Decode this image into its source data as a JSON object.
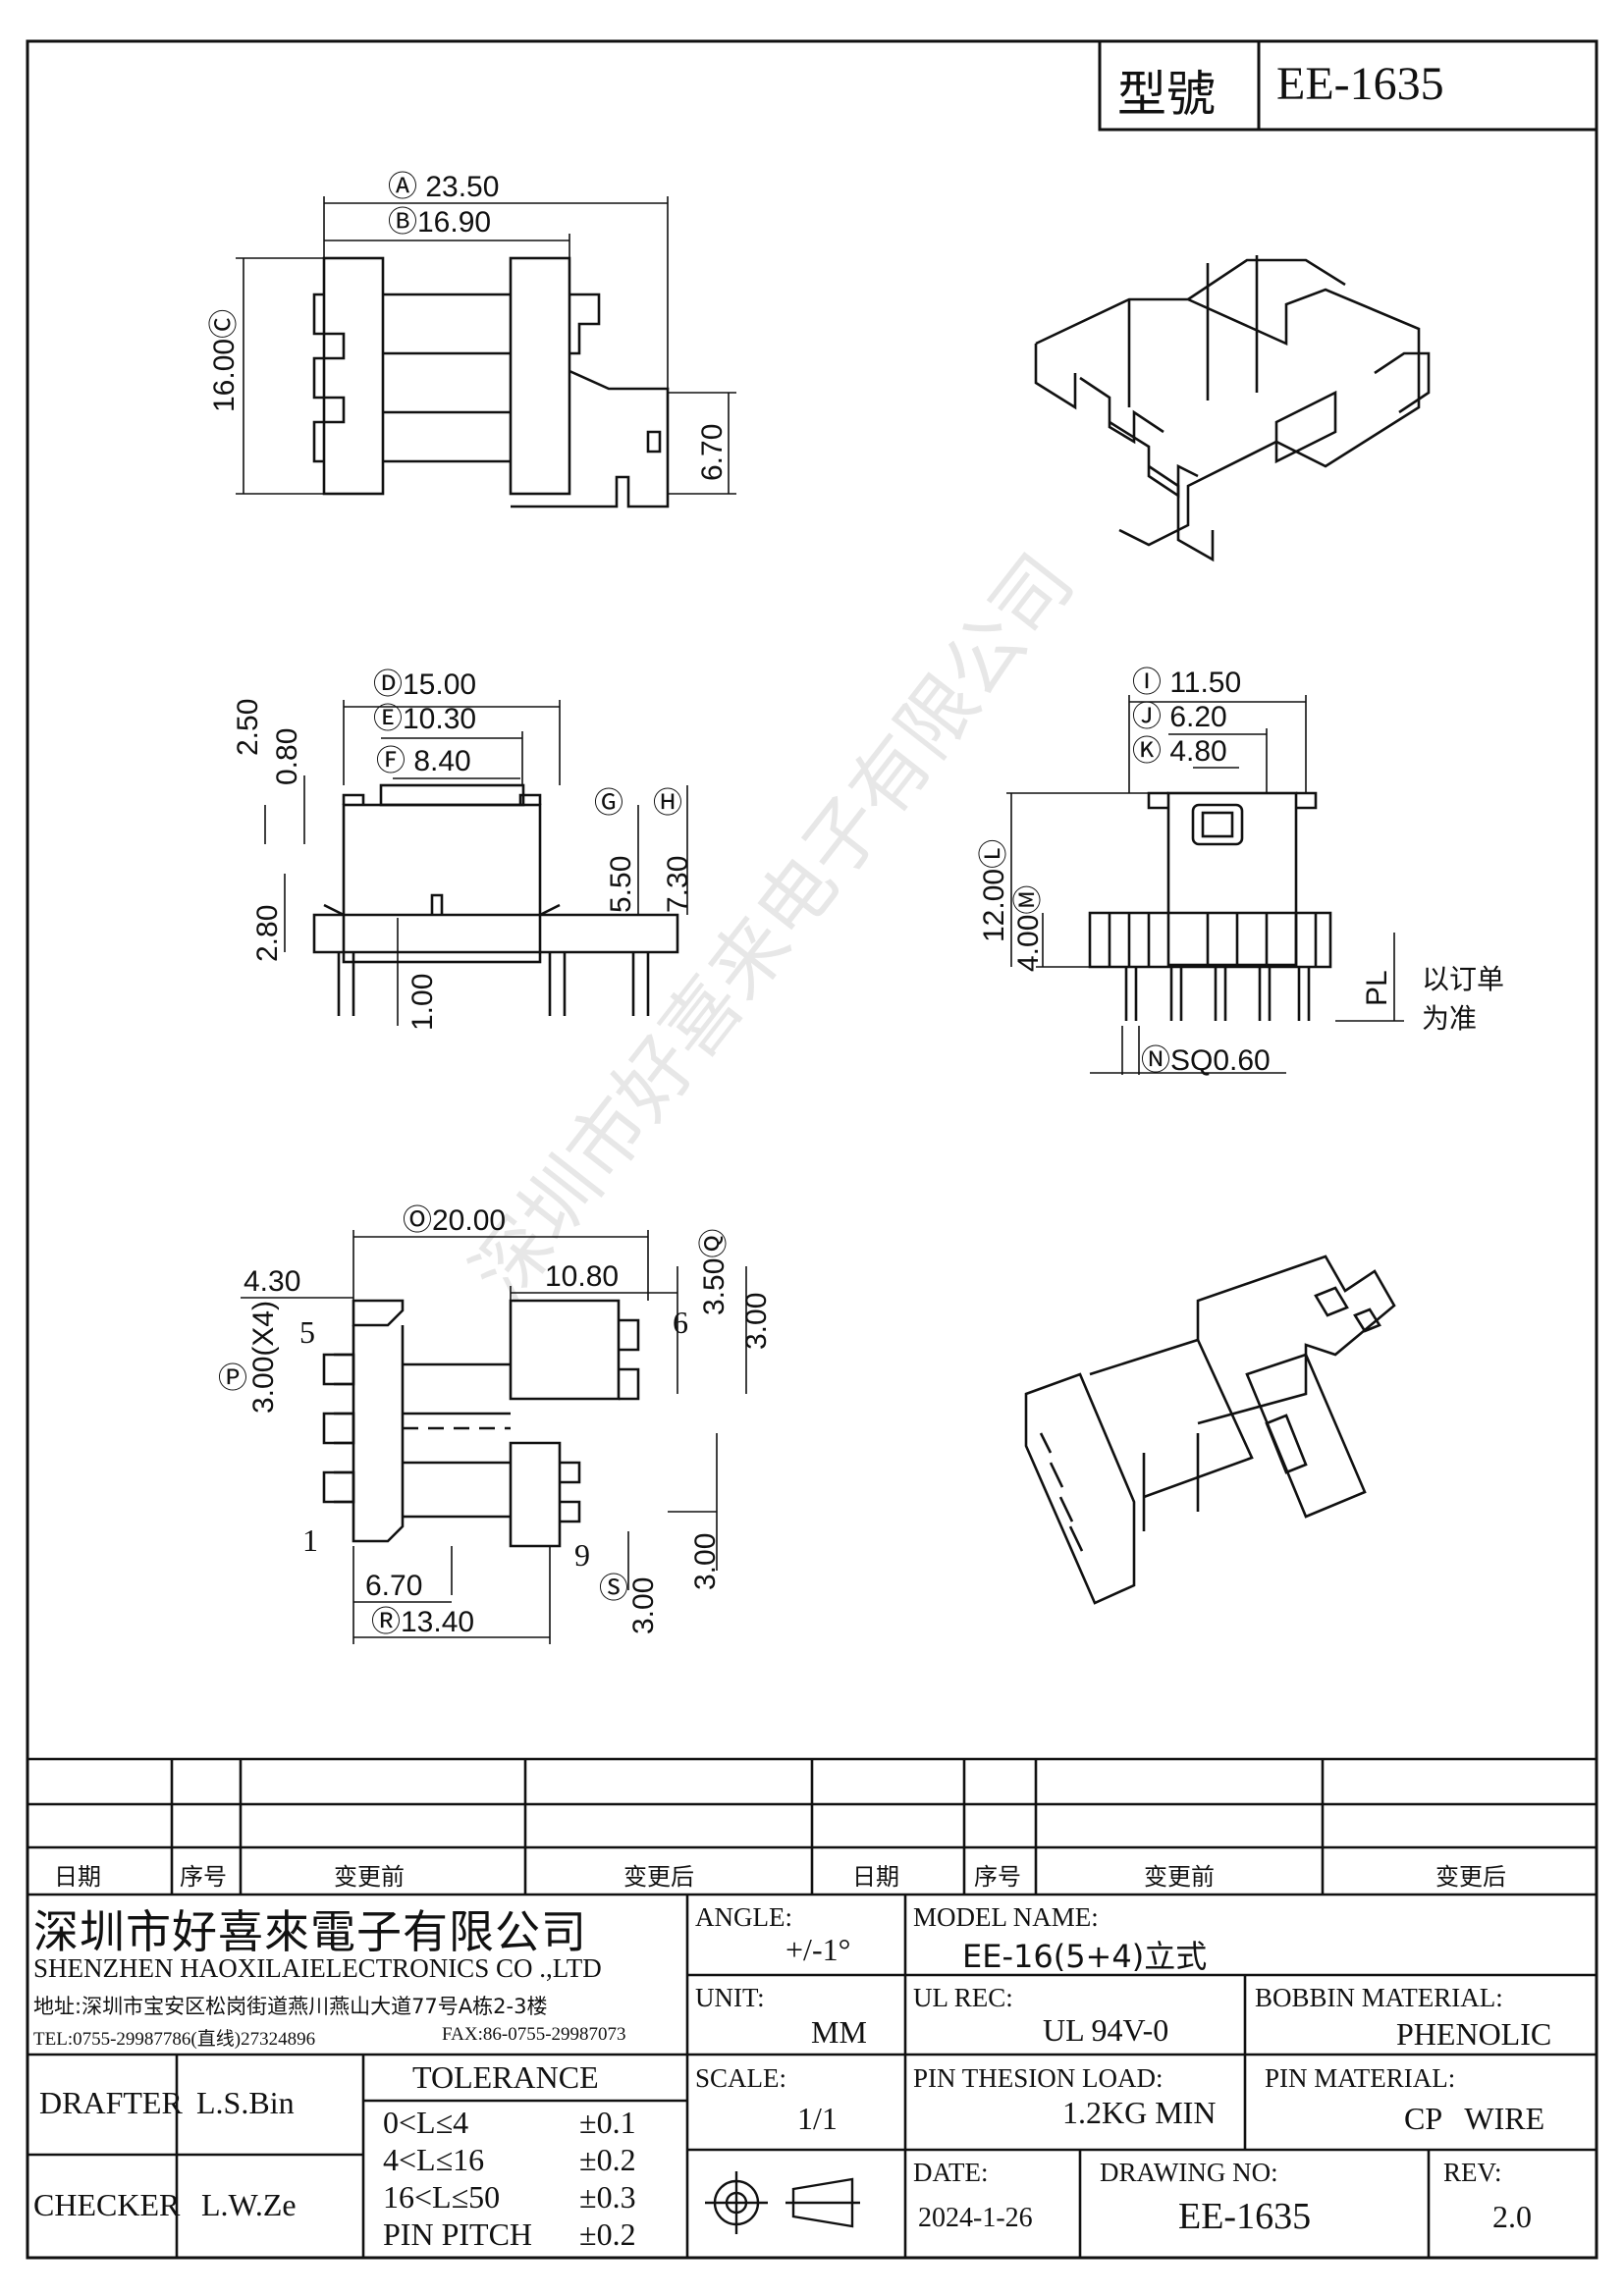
{
  "model_box": {
    "label": "型號",
    "value": "EE-1635"
  },
  "dims": {
    "A": "Ⓐ 23.50",
    "B": "Ⓑ16.90",
    "C": "16.00Ⓒ",
    "d670": "6.70",
    "D": "Ⓓ15.00",
    "E": "Ⓔ10.30",
    "F": "Ⓕ 8.40",
    "d250": "2.50",
    "d080": "0.80",
    "G": "Ⓖ",
    "H": "Ⓗ",
    "d550": "5.50",
    "d730": "7.30",
    "d280": "2.80",
    "d100": "1.00",
    "I": "Ⓘ 11.50",
    "J": "Ⓙ 6.20",
    "K": "Ⓚ 4.80",
    "L": "12.00Ⓛ",
    "M": "4.00Ⓜ",
    "PL": "PL",
    "order_note_1": "以订单",
    "order_note_2": "为准",
    "N": "ⓃSQ0.60",
    "O": "Ⓞ20.00",
    "d430": "4.30",
    "d1080": "10.80",
    "Q": "3.50Ⓠ",
    "d300a": "3.00",
    "P": "Ⓟ",
    "d300x4": "3.00(X4)",
    "pin5": "5",
    "pin6": "6",
    "pin1": "1",
    "pin9": "9",
    "d670b": "6.70",
    "R": "Ⓡ13.40",
    "S": "Ⓢ",
    "d300s": "3.00",
    "d300b": "3.00"
  },
  "watermark": "深圳市好喜来电子有限公司",
  "revision_table": {
    "headers": [
      "日期",
      "序号",
      "变更前",
      "变更后",
      "日期",
      "序号",
      "变更前",
      "变更后"
    ]
  },
  "title_block": {
    "company_cn": "深圳市好喜來電子有限公司",
    "company_en": "SHENZHEN HAOXILAIELECTRONICS CO .,LTD",
    "address": "地址:深圳市宝安区松岗街道燕川燕山大道77号A栋2-3楼",
    "tel": "TEL:0755-29987786(直线)27324896",
    "fax": "FAX:86-0755-29987073",
    "drafter_label": "DRAFTER",
    "drafter": "L.S.Bin",
    "checker_label": "CHECKER",
    "checker": "L.W.Ze",
    "tolerance_title": "TOLERANCE",
    "tolerances": [
      {
        "range": "0<L≤4",
        "value": "±0.1"
      },
      {
        "range": "4<L≤16",
        "value": "±0.2"
      },
      {
        "range": "16<L≤50",
        "value": "±0.3"
      },
      {
        "range": "PIN PITCH",
        "value": "±0.2"
      }
    ],
    "angle_label": "ANGLE:",
    "angle": "+/-1°",
    "unit_label": "UNIT:",
    "unit": "MM",
    "scale_label": "SCALE:",
    "scale": "1/1",
    "model_label": "MODEL NAME:",
    "model": "EE-16(5+4)立式",
    "ul_label": "UL REC:",
    "ul": "UL 94V-0",
    "bobbin_label": "BOBBIN MATERIAL:",
    "bobbin": "PHENOLIC",
    "load_label": "PIN THESION LOAD:",
    "load": "1.2KG MIN",
    "pin_mat_label": "PIN MATERIAL:",
    "pin_mat": "CP   WIRE",
    "date_label": "DATE:",
    "date": "2024-1-26",
    "drawing_label": "DRAWING NO:",
    "drawing": "EE-1635",
    "rev_label": "REV:",
    "rev": "2.0"
  }
}
